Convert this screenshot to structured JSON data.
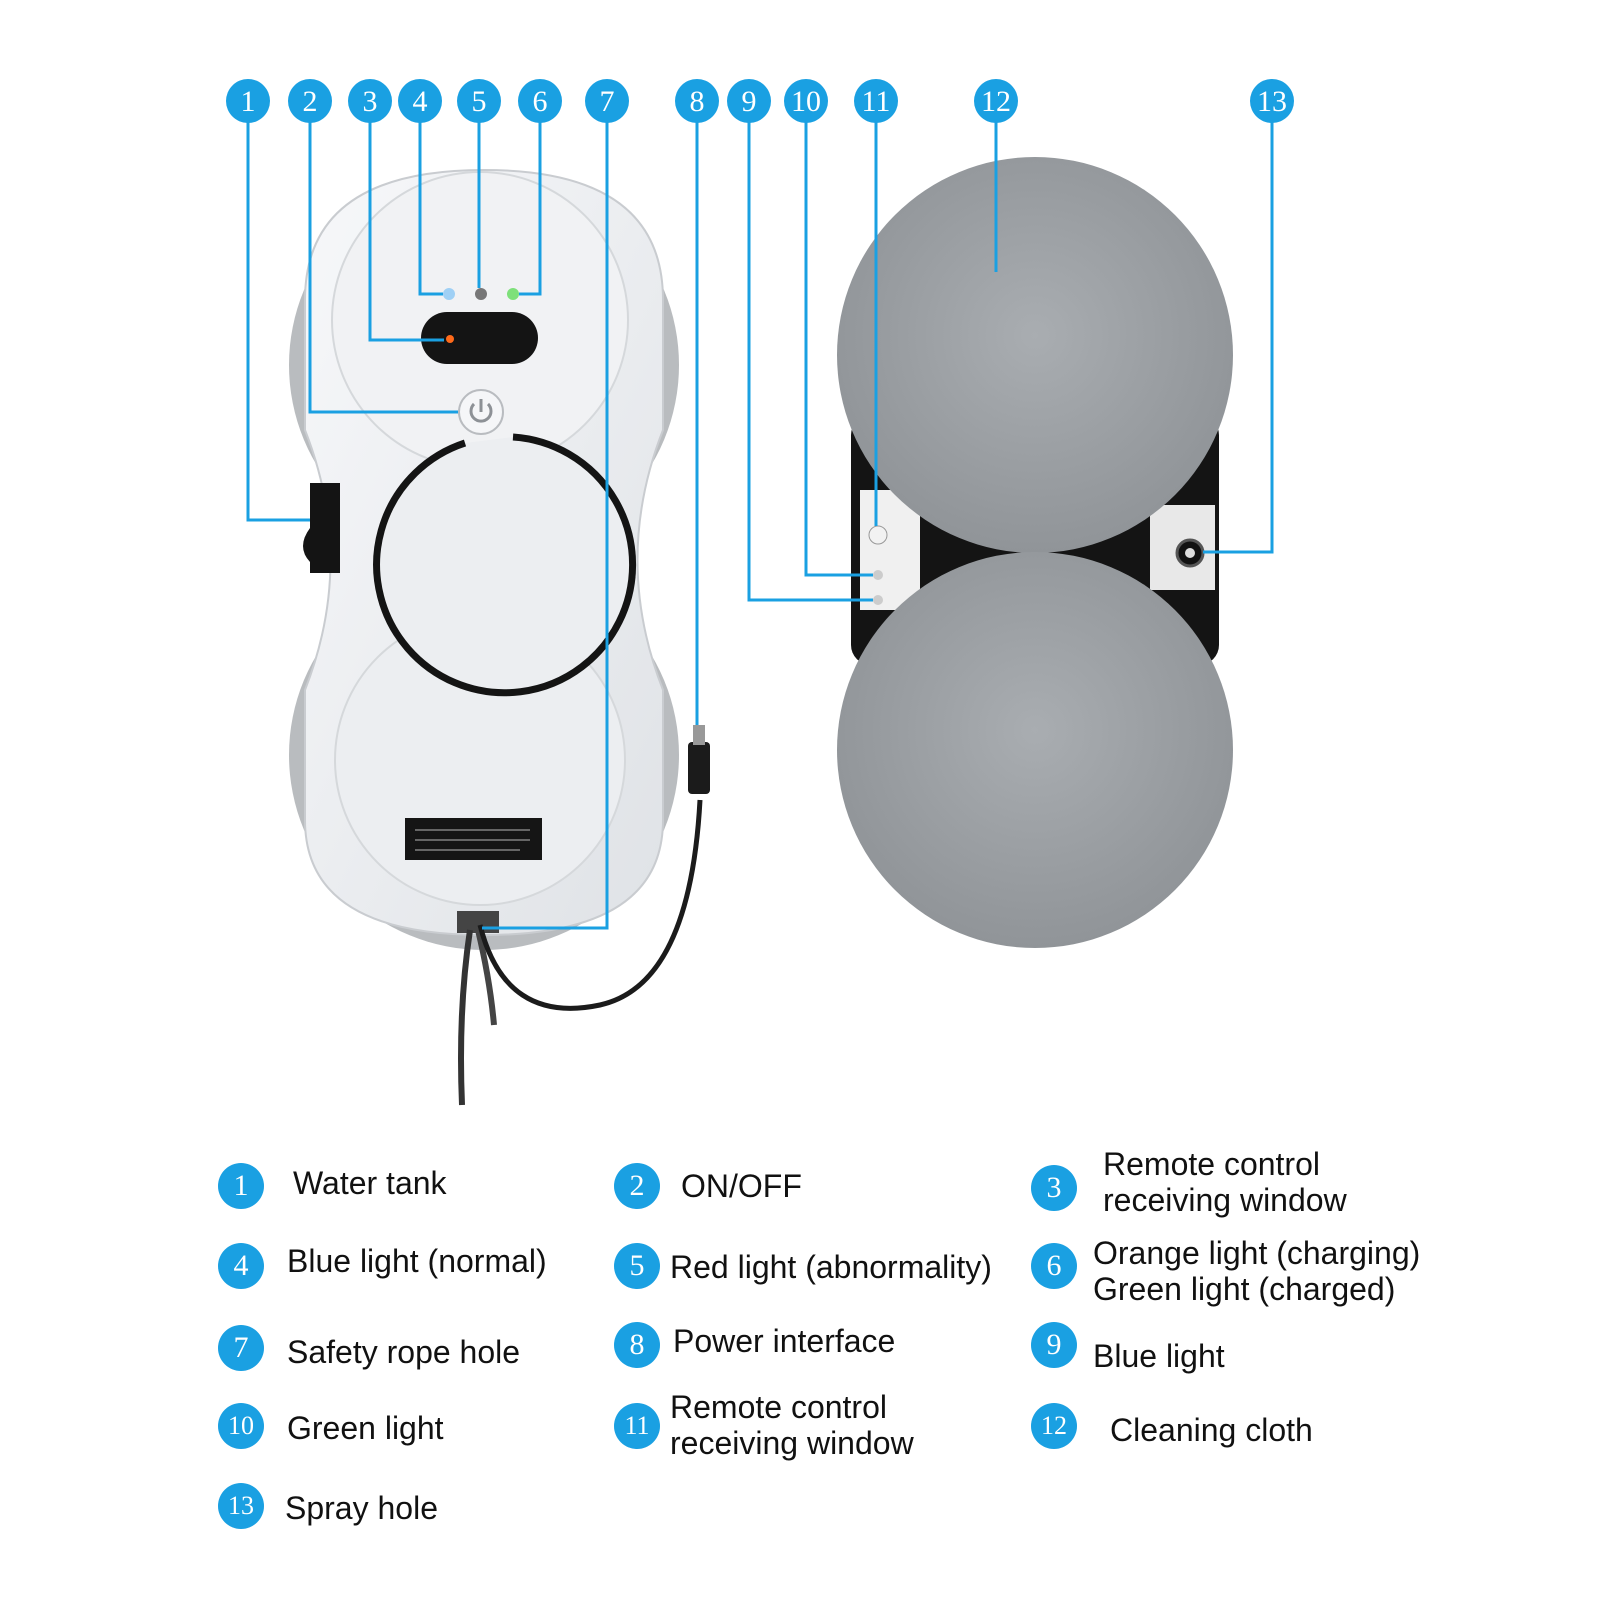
{
  "callouts": [
    {
      "num": "1"
    },
    {
      "num": "2"
    },
    {
      "num": "3"
    },
    {
      "num": "4"
    },
    {
      "num": "5"
    },
    {
      "num": "6"
    },
    {
      "num": "7"
    },
    {
      "num": "8"
    },
    {
      "num": "9"
    },
    {
      "num": "10"
    },
    {
      "num": "11"
    },
    {
      "num": "12"
    },
    {
      "num": "13"
    }
  ],
  "legend": [
    {
      "num": "1",
      "lines": [
        "Water tank"
      ]
    },
    {
      "num": "2",
      "lines": [
        "ON/OFF"
      ]
    },
    {
      "num": "3",
      "lines": [
        "Remote control",
        "receiving window"
      ]
    },
    {
      "num": "4",
      "lines": [
        "Blue light (normal)"
      ]
    },
    {
      "num": "5",
      "lines": [
        "Red light (abnormality)"
      ]
    },
    {
      "num": "6",
      "lines": [
        "Orange light (charging)",
        "Green light (charged)"
      ]
    },
    {
      "num": "7",
      "lines": [
        "Safety rope hole"
      ]
    },
    {
      "num": "8",
      "lines": [
        "Power interface"
      ]
    },
    {
      "num": "9",
      "lines": [
        "Blue light"
      ]
    },
    {
      "num": "10",
      "lines": [
        "Green light"
      ]
    },
    {
      "num": "11",
      "lines": [
        "Remote control",
        "receiving window"
      ]
    },
    {
      "num": "12",
      "lines": [
        "Cleaning cloth"
      ]
    },
    {
      "num": "13",
      "lines": [
        "Spray hole"
      ]
    }
  ],
  "colors": {
    "callout_blue": "#1aa0e2",
    "leader_line": "#1aa0e2",
    "body_white": "#eef0f3",
    "cloth_gray": "#9a9ea2",
    "dark": "#111111"
  }
}
